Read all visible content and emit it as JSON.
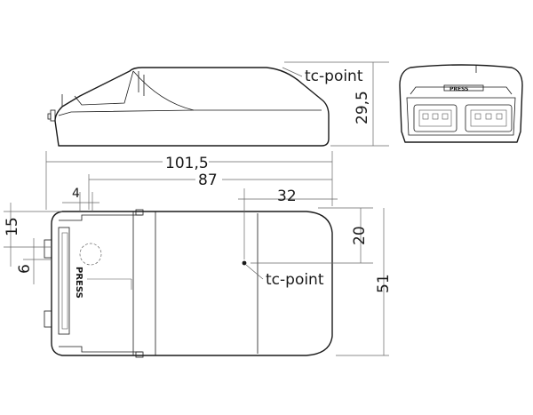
{
  "labels": {
    "tc_point_side": "tc-point",
    "tc_point_top": "tc-point",
    "press_top": "PRESS",
    "press_end": "PRESS"
  },
  "dimensions": {
    "height": "29,5",
    "overall_length": "101,5",
    "body_length": "87",
    "tc_offset_x": "32",
    "tc_offset_y": "20",
    "width": "51",
    "d4": "4",
    "d15": "15",
    "d6": "6"
  },
  "colors": {
    "line": "#1a1a1a",
    "dimension": "#666666",
    "background": "#ffffff"
  }
}
